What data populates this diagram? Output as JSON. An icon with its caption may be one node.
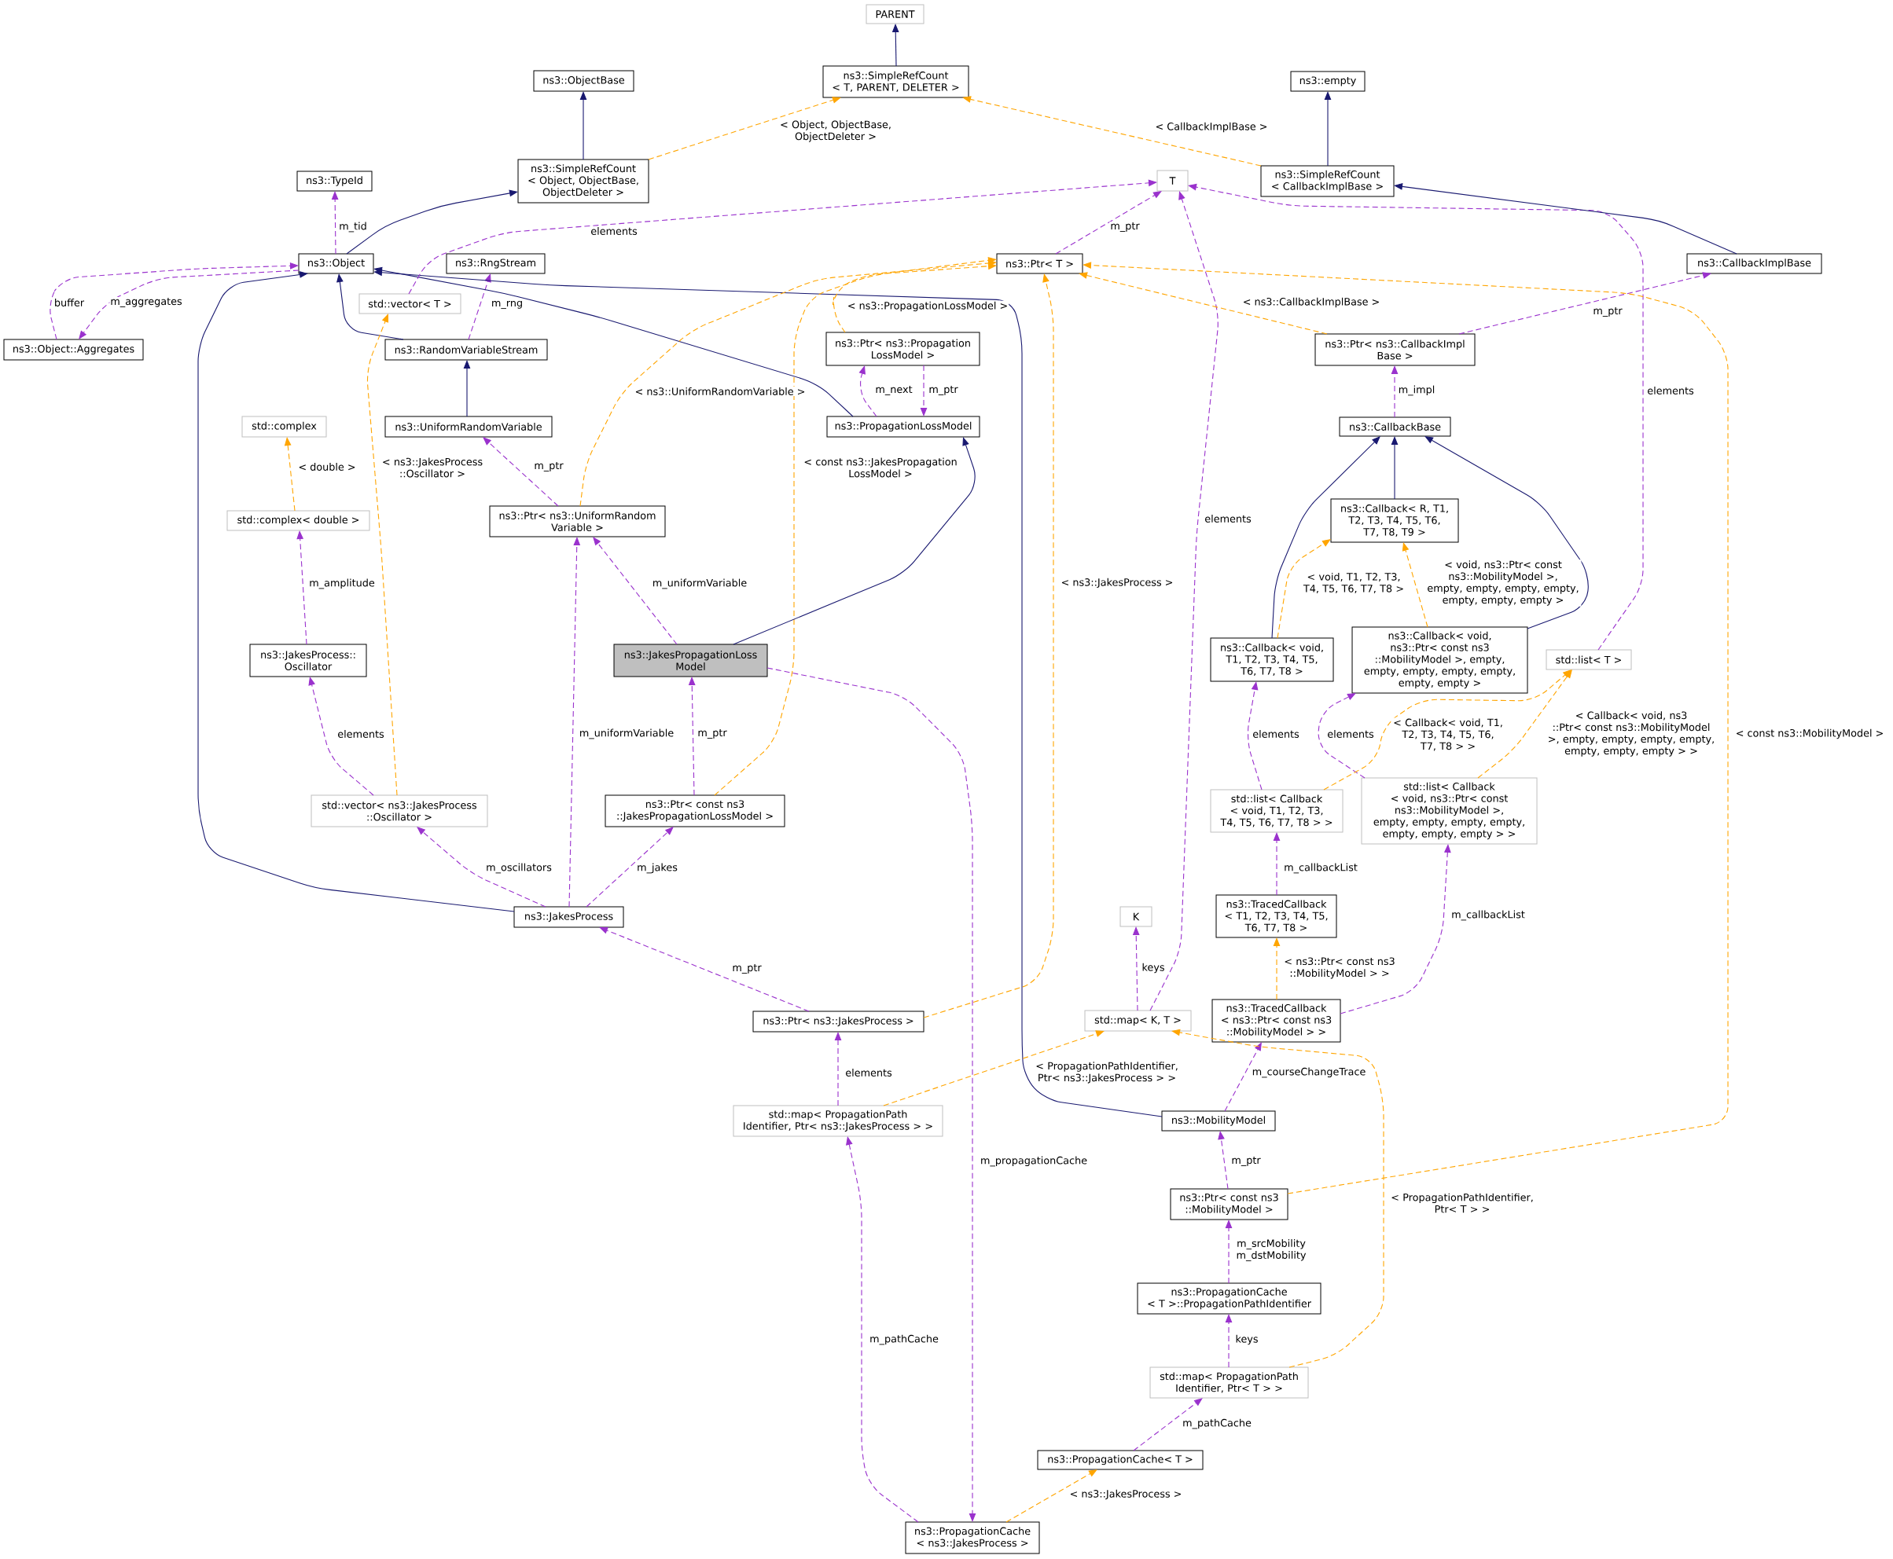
{
  "diagram": {
    "nodes": [
      {
        "text": [
          "PARENT"
        ]
      },
      {
        "text": [
          "ns3::SimpleRefCount < T, PARENT, DELETER >"
        ]
      },
      {
        "text": [
          "ns3::ObjectBase"
        ]
      },
      {
        "text": [
          "ns3::empty"
        ]
      },
      {
        "text": [
          "ns3::SimpleRefCount < Object, ObjectBase, ObjectDeleter >"
        ]
      },
      {
        "text": [
          "T"
        ]
      },
      {
        "text": [
          "ns3::SimpleRefCount < CallbackImplBase >"
        ]
      },
      {
        "text": [
          "ns3::TypeId"
        ]
      },
      {
        "text": [
          "ns3::Object"
        ]
      },
      {
        "text": [
          "ns3::RngStream"
        ]
      },
      {
        "text": [
          "ns3::Ptr< T >"
        ]
      },
      {
        "text": [
          "ns3::CallbackImplBase"
        ]
      },
      {
        "text": [
          "std::vector< T >"
        ]
      },
      {
        "text": [
          "ns3::Object::Aggregates"
        ]
      },
      {
        "text": [
          "ns3::RandomVariableStream"
        ]
      },
      {
        "text": [
          "ns3::Ptr< ns3::Propagation LossModel >"
        ]
      },
      {
        "text": [
          "ns3::Ptr< ns3::CallbackImpl Base >"
        ]
      },
      {
        "text": [
          "std::complex"
        ]
      },
      {
        "text": [
          "ns3::UniformRandomVariable"
        ]
      },
      {
        "text": [
          "ns3::PropagationLossModel"
        ]
      },
      {
        "text": [
          "ns3::CallbackBase"
        ]
      },
      {
        "text": [
          "std::complex< double >"
        ]
      },
      {
        "text": [
          "ns3::Ptr< ns3::UniformRandom Variable >"
        ]
      },
      {
        "text": [
          "ns3::Callback< R, T1, T2, T3, T4, T5, T6, T7, T8, T9 >"
        ]
      },
      {
        "text": [
          "ns3::JakesProcess:: Oscillator"
        ]
      },
      {
        "text": [
          "ns3::JakesPropagationLoss Model"
        ]
      },
      {
        "text": [
          "ns3::Callback< void, T1, T2, T3, T4, T5, T6, T7, T8 >"
        ]
      },
      {
        "text": [
          "ns3::Callback< void, ns3::Ptr< const ns3 ::MobilityModel >, empty, empty, empty, empty, empty, empty, empty >"
        ]
      },
      {
        "text": [
          "std::list< T >"
        ]
      },
      {
        "text": [
          "std::vector< ns3::JakesProcess ::Oscillator >"
        ]
      },
      {
        "text": [
          "ns3::Ptr< const ns3 ::JakesPropagationLossModel >"
        ]
      },
      {
        "text": [
          "std::list< Callback < void, T1, T2, T3, T4, T5, T6, T7, T8 > >"
        ]
      },
      {
        "text": [
          "std::list< Callback < void, ns3::Ptr< const ns3::MobilityModel >, empty, empty, empty, empty, empty, empty, empty > >"
        ]
      },
      {
        "text": [
          "ns3::JakesProcess"
        ]
      },
      {
        "text": [
          "K"
        ]
      },
      {
        "text": [
          "ns3::TracedCallback < T1, T2, T3, T4, T5, T6, T7, T8 >"
        ]
      },
      {
        "text": [
          "ns3::Ptr< ns3::JakesProcess >"
        ]
      },
      {
        "text": [
          "std::map< K, T >"
        ]
      },
      {
        "text": [
          "ns3::TracedCallback < ns3::Ptr< const ns3 ::MobilityModel > >"
        ]
      },
      {
        "text": [
          "std::map< PropagationPath Identifier, Ptr< ns3::JakesProcess > >"
        ]
      },
      {
        "text": [
          "ns3::MobilityModel"
        ]
      },
      {
        "text": [
          "ns3::Ptr< const ns3 ::MobilityModel >"
        ]
      },
      {
        "text": [
          "ns3::PropagationCache < T >::PropagationPathIdentifier"
        ]
      },
      {
        "text": [
          "std::map< PropagationPath Identifier, Ptr< T > >"
        ]
      },
      {
        "text": [
          "ns3::PropagationCache< T >"
        ]
      },
      {
        "text": [
          "ns3::PropagationCache < ns3::JakesProcess >"
        ]
      }
    ],
    "edges": [
      {
        "from": 1,
        "to": 0,
        "arrow": "to",
        "color": "#191970"
      },
      {
        "from": 4,
        "to": 2,
        "arrow": "to",
        "color": "#191970"
      },
      {
        "from": 6,
        "to": 3,
        "arrow": "to",
        "color": "#191970"
      },
      {
        "from": 4,
        "to": 1,
        "arrow": "to",
        "label": "< Object, ObjectBase, ObjectDeleter >",
        "style": "dashed",
        "color": "#ffa500"
      },
      {
        "from": 6,
        "to": 1,
        "arrow": "to",
        "label": "< CallbackImplBase >",
        "style": "dashed",
        "color": "#ffa500"
      },
      {
        "from": 8,
        "to": 4,
        "arrow": "to",
        "color": "#191970"
      },
      {
        "from": 8,
        "to": 7,
        "arrow": "to",
        "label": "m_tid",
        "style": "dashed"
      },
      {
        "from": 13,
        "to": 8,
        "arrow": "to",
        "label": "buffer",
        "style": "dashed"
      },
      {
        "from": 8,
        "to": 13,
        "arrow": "to",
        "label": "m_aggregates",
        "style": "dashed"
      },
      {
        "from": 14,
        "to": 8,
        "arrow": "to",
        "color": "#191970"
      },
      {
        "from": 14,
        "to": 9,
        "arrow": "to",
        "label": "m_rng",
        "style": "dashed"
      },
      {
        "from": 18,
        "to": 14,
        "arrow": "to",
        "color": "#191970"
      },
      {
        "from": 19,
        "to": 8,
        "arrow": "to",
        "color": "#191970"
      },
      {
        "from": 40,
        "to": 8,
        "arrow": "to",
        "color": "#191970"
      },
      {
        "from": 33,
        "to": 8,
        "arrow": "to",
        "color": "#191970"
      },
      {
        "from": 12,
        "to": 5,
        "arrow": "to",
        "label": "elements",
        "style": "dashed"
      },
      {
        "from": 10,
        "to": 5,
        "arrow": "to",
        "label": "m_ptr",
        "style": "dashed"
      },
      {
        "from": 37,
        "to": 5,
        "arrow": "to",
        "label": "elements",
        "style": "dashed"
      },
      {
        "from": 28,
        "to": 5,
        "arrow": "to",
        "label": "elements",
        "style": "dashed"
      },
      {
        "from": 11,
        "to": 6,
        "arrow": "to",
        "color": "#191970"
      },
      {
        "from": 16,
        "to": 11,
        "arrow": "to",
        "label": "m_ptr",
        "style": "dashed"
      },
      {
        "from": 16,
        "to": 10,
        "arrow": "to",
        "label": "< ns3::CallbackImplBase >",
        "style": "dashed",
        "color": "#ffa500"
      },
      {
        "from": 15,
        "to": 10,
        "arrow": "to",
        "label": "< ns3::PropagationLossModel >",
        "style": "dashed",
        "color": "#ffa500"
      },
      {
        "from": 22,
        "to": 10,
        "arrow": "to",
        "label": "< ns3::UniformRandomVariable >",
        "style": "dashed",
        "color": "#ffa500"
      },
      {
        "from": 30,
        "to": 10,
        "arrow": "to",
        "label": "< const ns3::JakesPropagation LossModel >",
        "style": "dashed",
        "color": "#ffa500"
      },
      {
        "from": 36,
        "to": 10,
        "arrow": "to",
        "label": "< ns3::JakesProcess >",
        "style": "dashed",
        "color": "#ffa500"
      },
      {
        "from": 41,
        "to": 10,
        "arrow": "to",
        "label": "< const ns3::MobilityModel >",
        "style": "dashed",
        "color": "#ffa500"
      },
      {
        "from": 15,
        "to": 19,
        "arrow": "to",
        "label": "m_ptr",
        "style": "dashed"
      },
      {
        "from": 19,
        "to": 15,
        "arrow": "to",
        "label": "m_next",
        "style": "dashed"
      },
      {
        "from": 20,
        "to": 16,
        "arrow": "to",
        "label": "m_impl",
        "style": "dashed"
      },
      {
        "from": 23,
        "to": 20,
        "arrow": "to",
        "color": "#191970"
      },
      {
        "from": 26,
        "to": 20,
        "arrow": "to",
        "color": "#191970"
      },
      {
        "from": 27,
        "to": 20,
        "arrow": "to",
        "color": "#191970"
      },
      {
        "from": 26,
        "to": 23,
        "arrow": "to",
        "label": "< void, T1, T2, T3, T4, T5, T6, T7, T8 >",
        "style": "dashed",
        "color": "#ffa500"
      },
      {
        "from": 27,
        "to": 23,
        "arrow": "to",
        "label": "< void, ns3::Ptr< const ns3::MobilityModel >, empty, empty, empty, empty, empty, empty, empty >",
        "style": "dashed",
        "color": "#ffa500"
      },
      {
        "from": 21,
        "to": 17,
        "arrow": "to",
        "label": "< double >",
        "style": "dashed",
        "color": "#ffa500"
      },
      {
        "from": 22,
        "to": 18,
        "arrow": "to",
        "label": "m_ptr",
        "style": "dashed"
      },
      {
        "from": 24,
        "to": 21,
        "arrow": "to",
        "label": "m_amplitude",
        "style": "dashed"
      },
      {
        "from": 25,
        "to": 19,
        "arrow": "to",
        "color": "#191970"
      },
      {
        "from": 25,
        "to": 22,
        "arrow": "to",
        "label": "m_uniformVariable",
        "style": "dashed"
      },
      {
        "from": 25,
        "to": 45,
        "arrow": "to",
        "label": "m_propagationCache",
        "style": "dashed"
      },
      {
        "from": 29,
        "to": 24,
        "arrow": "to",
        "label": "elements",
        "style": "dashed"
      },
      {
        "from": 29,
        "to": 12,
        "arrow": "to",
        "label": "< ns3::JakesProcess ::Oscillator >",
        "style": "dashed",
        "color": "#ffa500"
      },
      {
        "from": 30,
        "to": 25,
        "arrow": "to",
        "label": "m_ptr",
        "style": "dashed"
      },
      {
        "from": 31,
        "to": 26,
        "arrow": "to",
        "label": "elements",
        "style": "dashed"
      },
      {
        "from": 32,
        "to": 27,
        "arrow": "to",
        "label": "elements",
        "style": "dashed"
      },
      {
        "from": 31,
        "to": 28,
        "arrow": "to",
        "label": "< Callback< void, T1, T2, T3, T4, T5, T6, T7, T8 > >",
        "style": "dashed",
        "color": "#ffa500"
      },
      {
        "from": 32,
        "to": 28,
        "arrow": "to",
        "label": "< Callback< void, ns3 ::Ptr< const ns3::MobilityModel >, empty, empty, empty, empty, empty, empty, empty > >",
        "style": "dashed",
        "color": "#ffa500"
      },
      {
        "from": 33,
        "to": 29,
        "arrow": "to",
        "label": "m_oscillators",
        "style": "dashed"
      },
      {
        "from": 33,
        "to": 22,
        "arrow": "to",
        "label": "m_uniformVariable",
        "style": "dashed"
      },
      {
        "from": 33,
        "to": 30,
        "arrow": "to",
        "label": "m_jakes",
        "style": "dashed"
      },
      {
        "from": 36,
        "to": 33,
        "arrow": "to",
        "label": "m_ptr",
        "style": "dashed"
      },
      {
        "from": 35,
        "to": 31,
        "arrow": "to",
        "label": "m_callbackList",
        "style": "dashed"
      },
      {
        "from": 38,
        "to": 35,
        "arrow": "to",
        "label": "< ns3::Ptr< const ns3 ::MobilityModel > >",
        "style": "dashed",
        "color": "#ffa500"
      },
      {
        "from": 38,
        "to": 32,
        "arrow": "to",
        "label": "m_callbackList",
        "style": "dashed"
      },
      {
        "from": 37,
        "to": 34,
        "arrow": "to",
        "label": "keys",
        "style": "dashed"
      },
      {
        "from": 39,
        "to": 36,
        "arrow": "to",
        "label": "elements",
        "style": "dashed"
      },
      {
        "from": 39,
        "to": 37,
        "arrow": "to",
        "label": "< PropagationPathIdentifier, Ptr< ns3::JakesProcess > >",
        "style": "dashed",
        "color": "#ffa500"
      },
      {
        "from": 40,
        "to": 38,
        "arrow": "to",
        "label": "m_courseChangeTrace",
        "style": "dashed"
      },
      {
        "from": 41,
        "to": 40,
        "arrow": "to",
        "label": "m_ptr",
        "style": "dashed"
      },
      {
        "from": 42,
        "to": 41,
        "arrow": "to",
        "label": "m_srcMobility m_dstMobility",
        "style": "dashed"
      },
      {
        "from": 43,
        "to": 42,
        "arrow": "to",
        "label": "keys",
        "style": "dashed"
      },
      {
        "from": 43,
        "to": 37,
        "arrow": "to",
        "label": "< PropagationPathIdentifier, Ptr< T > >",
        "style": "dashed",
        "color": "#ffa500"
      },
      {
        "from": 44,
        "to": 43,
        "arrow": "to",
        "label": "m_pathCache",
        "style": "dashed"
      },
      {
        "from": 45,
        "to": 44,
        "arrow": "to",
        "label": "< ns3::JakesProcess >",
        "style": "dashed",
        "color": "#ffa500"
      },
      {
        "from": 45,
        "to": 39,
        "arrow": "to",
        "label": "m_pathCache",
        "style": "dashed"
      }
    ]
  }
}
